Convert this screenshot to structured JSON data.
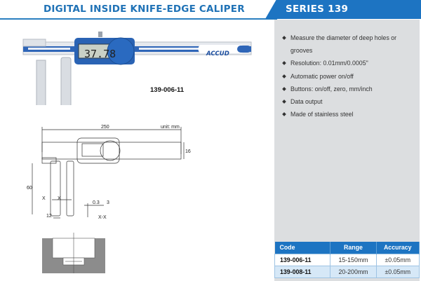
{
  "header": {
    "title": "DIGITAL INSIDE KNIFE-EDGE CALIPER",
    "series": "SERIES 139",
    "accent_color": "#1d74c2"
  },
  "product": {
    "model_label": "139-006-11",
    "display_reading": "37.78",
    "brand": "ACCUD"
  },
  "features": [
    "Measure the diameter of deep holes or grooves",
    "Resolution: 0.01mm/0.0005\"",
    "Automatic power on/off",
    "Buttons: on/off, zero, mm/inch",
    "Data output",
    "Made of stainless steel"
  ],
  "drawing": {
    "unit": "unit: mm",
    "length": "250",
    "height": "16",
    "jaw_depth": "60",
    "jaw_width": "12",
    "tip_thickness": "0.3",
    "tip_height": "3",
    "section_label": "X-X",
    "section_mark_left": "X",
    "section_mark_right": "X"
  },
  "spec_table": {
    "headers": [
      "Code",
      "Range",
      "Accuracy"
    ],
    "rows": [
      [
        "139-006-11",
        "15-150mm",
        "±0.05mm"
      ],
      [
        "139-008-11",
        "20-200mm",
        "±0.05mm"
      ]
    ]
  }
}
